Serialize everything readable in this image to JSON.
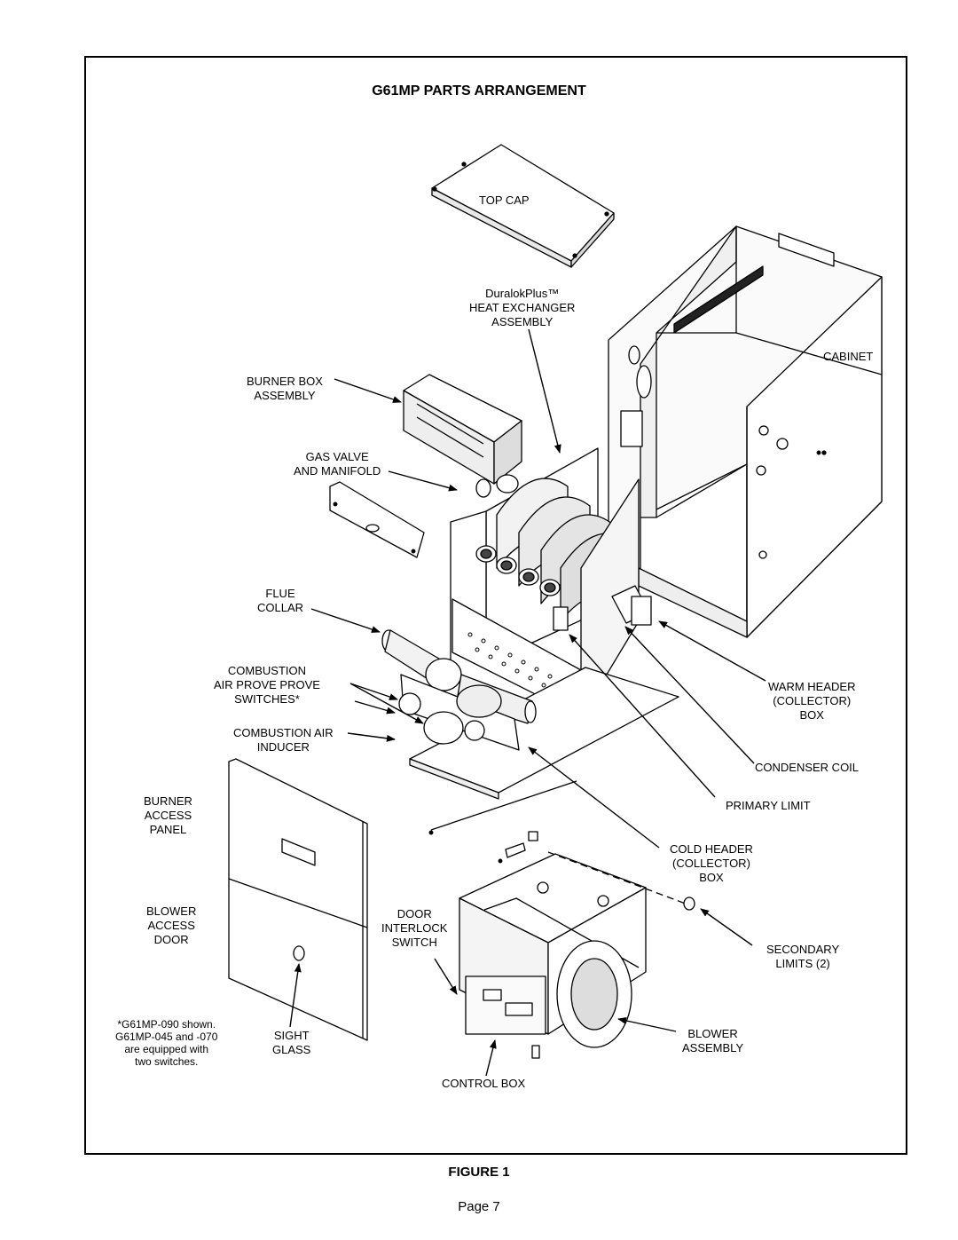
{
  "title": "G61MP PARTS ARRANGEMENT",
  "figure_label": "FIGURE 1",
  "page_label": "Page 7",
  "labels": {
    "top_cap": "TOP CAP",
    "heat_exchanger": "DuralokPlus™\nHEAT EXCHANGER\nASSEMBLY",
    "cabinet": "CABINET",
    "burner_box": "BURNER BOX\nASSEMBLY",
    "gas_valve": "GAS VALVE\nAND MANIFOLD",
    "flue_collar": "FLUE\nCOLLAR",
    "prove_switches": "COMBUSTION\nAIR PROVE PROVE\nSWITCHES*",
    "inducer": "COMBUSTION AIR\nINDUCER",
    "warm_header": "WARM HEADER\n(COLLECTOR)\nBOX",
    "condenser_coil": "CONDENSER COIL",
    "primary_limit": "PRIMARY LIMIT",
    "burner_access_panel": "BURNER\nACCESS\nPANEL",
    "cold_header": "COLD HEADER\n(COLLECTOR)\nBOX",
    "blower_access_door": "BLOWER\nACCESS\nDOOR",
    "door_interlock": "DOOR\nINTERLOCK\nSWITCH",
    "secondary_limits": "SECONDARY\nLIMITS (2)",
    "blower_assembly": "BLOWER\nASSEMBLY",
    "sight_glass": "SIGHT\nGLASS",
    "control_box": "CONTROL BOX"
  },
  "footnote": "*G61MP-090 shown.\nG61MP-045 and -070\nare equipped with\ntwo switches."
}
